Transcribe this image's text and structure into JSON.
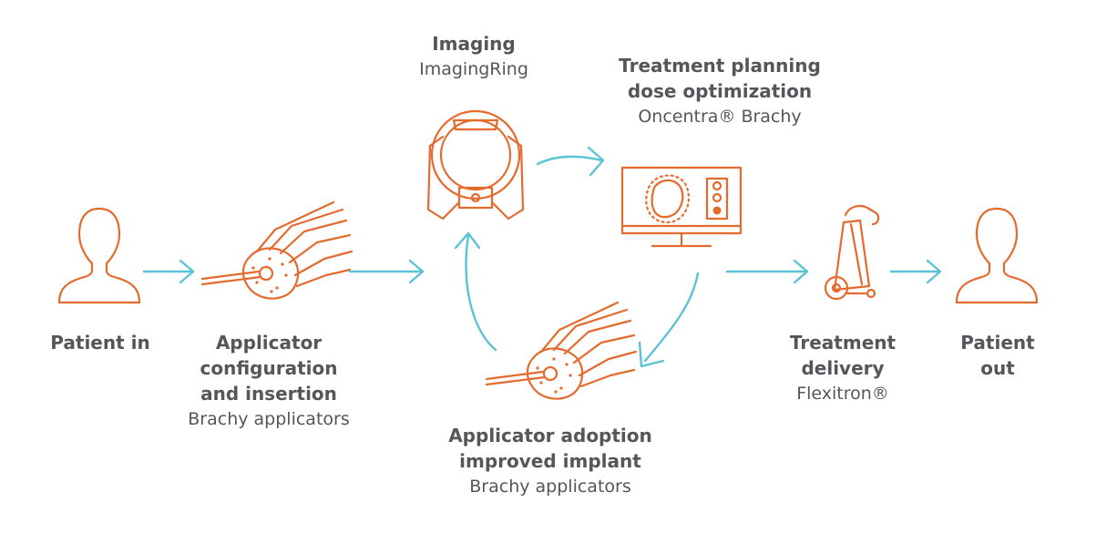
{
  "colors": {
    "icon": "#e46a2e",
    "arrow": "#5cc3d6",
    "text": "#555659"
  },
  "steps": {
    "patient_in": {
      "title": "Patient in",
      "icon": "person-icon"
    },
    "applicator_config": {
      "title_1": "Applicator",
      "title_2": "configuration",
      "title_3": "and insertion",
      "subtitle": "Brachy applicators",
      "icon": "applicator-icon"
    },
    "imaging": {
      "title": "Imaging",
      "subtitle": "ImagingRing",
      "icon": "imaging-ring-icon"
    },
    "planning": {
      "title_1": "Treatment planning",
      "title_2": "dose optimization",
      "subtitle": "Oncentra® Brachy",
      "icon": "monitor-icon"
    },
    "adoption": {
      "title_1": "Applicator adoption",
      "title_2": "improved implant",
      "subtitle": "Brachy applicators",
      "icon": "applicator-icon"
    },
    "delivery": {
      "title_1": "Treatment",
      "title_2": "delivery",
      "subtitle": "Flexitron®",
      "icon": "afterloader-icon"
    },
    "patient_out": {
      "title_1": "Patient",
      "title_2": "out",
      "icon": "person-icon"
    }
  }
}
